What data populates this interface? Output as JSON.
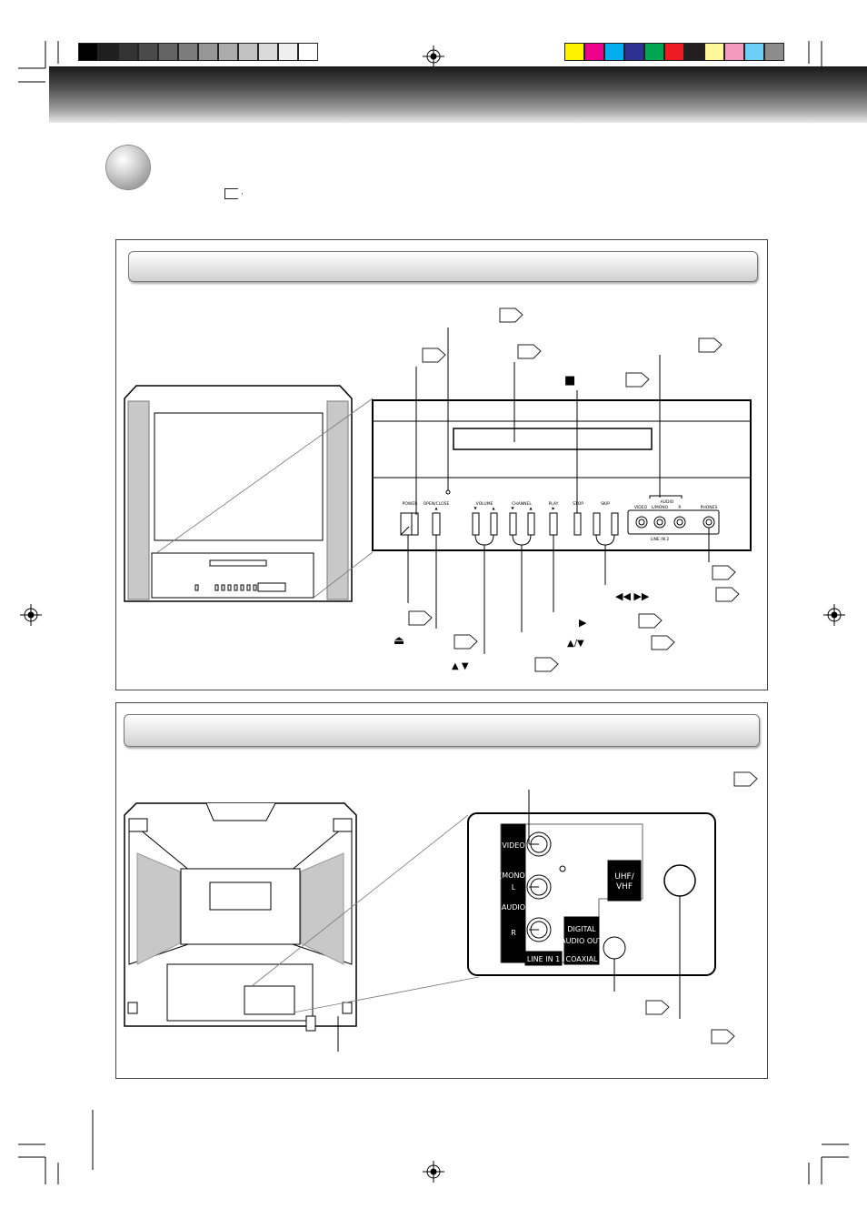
{
  "color_bar_gray": [
    "#000000",
    "#1e1e1e",
    "#333333",
    "#4a4a4a",
    "#646464",
    "#7c7c7c",
    "#969696",
    "#ababab",
    "#c2c2c2",
    "#dadada",
    "#efefef",
    "#ffffff"
  ],
  "color_bar_color": [
    "#fff200",
    "#ec008c",
    "#00aeef",
    "#2e3192",
    "#00a651",
    "#ed1c24",
    "#231f20",
    "#fff799",
    "#f49ac1",
    "#6dcff6",
    "#8c8c8c"
  ],
  "front": {
    "labels": {
      "power": "POWER",
      "open_close": "OPEN/CLOSE",
      "volume": "VOLUME",
      "channel": "CHANNEL",
      "play": "PLAY",
      "stop": "STOP",
      "skip": "SKIP",
      "video": "VIDEO",
      "audio": "AUDIO",
      "l_mono": "L/MONO",
      "r": "R",
      "phones": "PHONES",
      "line_in2": "LINE IN 2"
    },
    "symbols": {
      "stop": "■",
      "skip": "◀◀  ▶▶",
      "eject": "⏏",
      "play": "▶",
      "channel_arrows": "▲/▼",
      "volume_arrows": "▲ ▼",
      "up": "▲",
      "down": "▼"
    }
  },
  "back": {
    "labels": {
      "video": "VIDEO",
      "mono": "(MONO)",
      "l": "L",
      "audio": "AUDIO",
      "r": "R",
      "line_in1": "LINE IN 1",
      "uhf_vhf": "UHF/\nVHF",
      "digital": "DIGITAL",
      "audio_out": "AUDIO OUT",
      "coaxial": "COAXIAL"
    }
  }
}
